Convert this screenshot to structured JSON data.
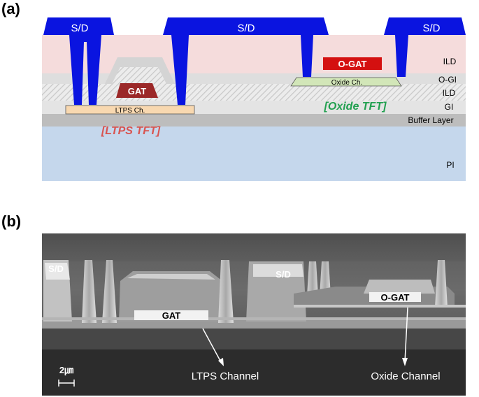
{
  "panels": {
    "a": "(a)",
    "b": "(b)"
  },
  "diagram": {
    "sd_left": "S/D",
    "sd_mid": "S/D",
    "sd_right": "S/D",
    "gat": "GAT",
    "ogat": "O-GAT",
    "ltps_ch": "LTPS Ch.",
    "oxide_ch": "Oxide Ch.",
    "ltps_tft": "[LTPS TFT]",
    "oxide_tft": "[Oxide TFT]",
    "layers": {
      "ild_top": "ILD",
      "ogi": "O-GI",
      "ild_mid": "ILD",
      "gi": "GI",
      "buffer": "Buffer Layer",
      "pi": "PI"
    },
    "colors": {
      "metal": "#0a14e0",
      "ild": "#f5dcdc",
      "pi": "#c5d7ec",
      "buffer": "#bdbdbd",
      "gate": "#9b2828",
      "ogat": "#d41010",
      "ltps_channel": "#f8d8b0",
      "oxide_channel": "#d2e6b8",
      "ltps_tft_text": "#d9534f",
      "oxide_tft_text": "#22a050"
    }
  },
  "sem": {
    "sd_left": "S/D",
    "sd_mid": "S/D",
    "gat": "GAT",
    "ogat": "O-GAT",
    "ltps_channel": "LTPS Channel",
    "oxide_channel": "Oxide Channel",
    "scale": "2㎛"
  }
}
